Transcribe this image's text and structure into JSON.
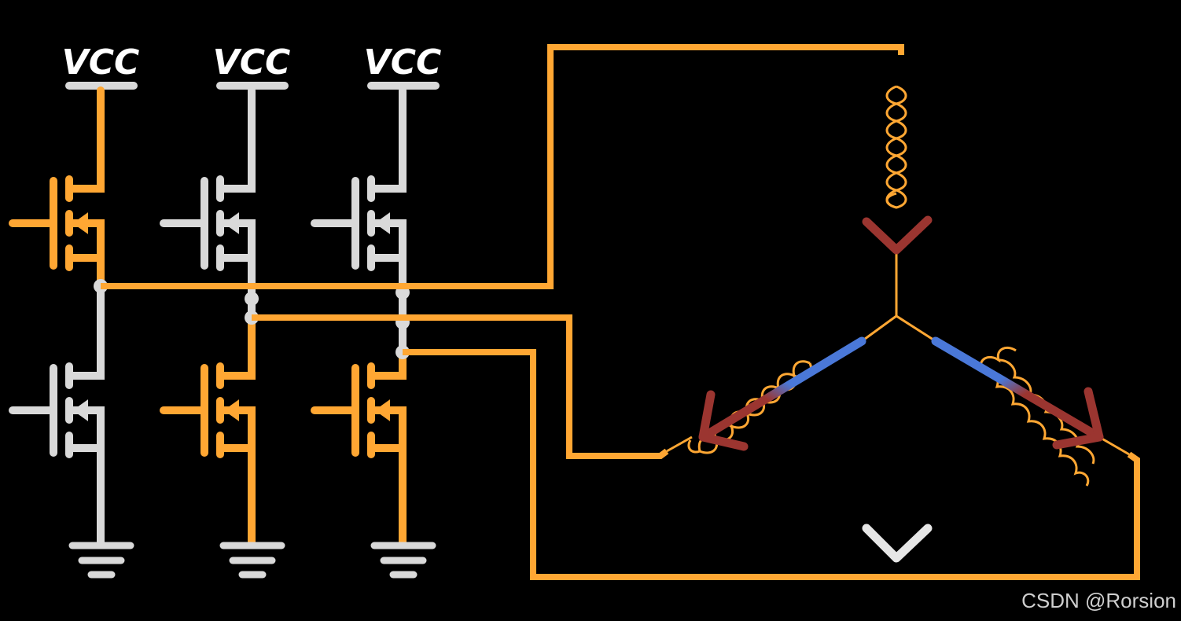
{
  "labels": {
    "vcc_1": "VCC",
    "vcc_2": "VCC",
    "vcc_3": "VCC"
  },
  "watermark": "CSDN @Rorsion",
  "colors": {
    "background": "#000000",
    "active_wire": "#ffa733",
    "inactive_wire": "#d9d9d9",
    "coil_magnet_north": "#9b3530",
    "coil_magnet_south": "#4a78d8",
    "resultant_arrow": "#e6e6e6"
  },
  "icons": [
    "vcc-rail-icon",
    "ground-icon",
    "mosfet-icon",
    "coil-icon",
    "arrow-down-icon"
  ]
}
